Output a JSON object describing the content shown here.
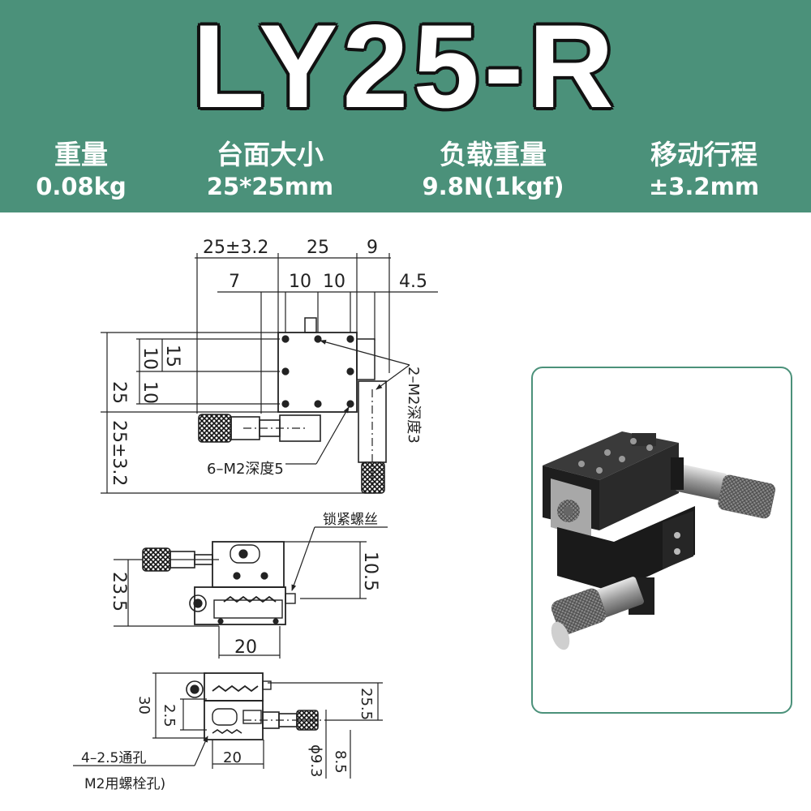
{
  "title": "LY25-R",
  "specs": [
    {
      "label": "重量",
      "value": "0.08kg"
    },
    {
      "label": "台面大小",
      "value": "25*25mm"
    },
    {
      "label": "负载重量",
      "value": "9.8N(1kgf)"
    },
    {
      "label": "移动行程",
      "value": "±3.2mm"
    }
  ],
  "drawing": {
    "top_view": {
      "dims": {
        "top_left": "25±3.2",
        "top_mid": "25",
        "top_right": "9",
        "second_left": "7",
        "second_mid_a": "10",
        "second_mid_b": "10",
        "second_right": "4.5",
        "left_25": "25",
        "left_15": "15",
        "left_10a": "10",
        "left_10b": "10",
        "left_25_travel": "25±3.2"
      },
      "notes": {
        "side_holes": "2–M2深度3",
        "top_holes": "6–M2深度5"
      }
    },
    "front_view": {
      "lock_screw": "锁紧螺丝",
      "height_right": "10.5",
      "height_left": "23.5",
      "width_bottom": "20"
    },
    "side_view": {
      "height_30": "30",
      "height_2_5": "2.5",
      "height_25_5": "25.5",
      "width_20": "20",
      "dia_9_3": "ϕ9.3",
      "height_8_5": "8.5",
      "hole_note_1": "4–2.5通孔",
      "hole_note_2": "M2用螺栓孔)"
    }
  },
  "colors": {
    "banner": "#4b917a",
    "photo_border": "#4b917a"
  }
}
